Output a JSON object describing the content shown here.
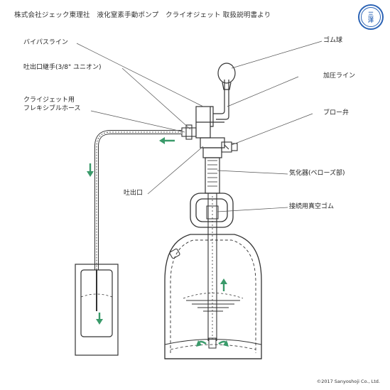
{
  "header": {
    "title": "株式会社ジェック東理社　液化窒素手動ポンプ　クライオジェット 取扱説明書より"
  },
  "logo": {
    "text": "三洋",
    "color": "#2b63b5"
  },
  "labels": {
    "bypass_line": "バイパスライン",
    "outlet_fitting": "吐出口継手(3/8\" ユニオン)",
    "flex_hose_line1": "クライジェット用",
    "flex_hose_line2": "フレキシブルホース",
    "outlet": "吐出口",
    "rubber_bulb": "ゴム球",
    "pressure_line": "加圧ライン",
    "blow_valve": "ブロー弁",
    "vaporizer": "気化器(ベローズ部)",
    "vacuum_rubber": "接続用真空ゴム"
  },
  "arrow_color": "#3a9a6a",
  "copyright": "©2017 Sanyoshoji Co., Ltd."
}
